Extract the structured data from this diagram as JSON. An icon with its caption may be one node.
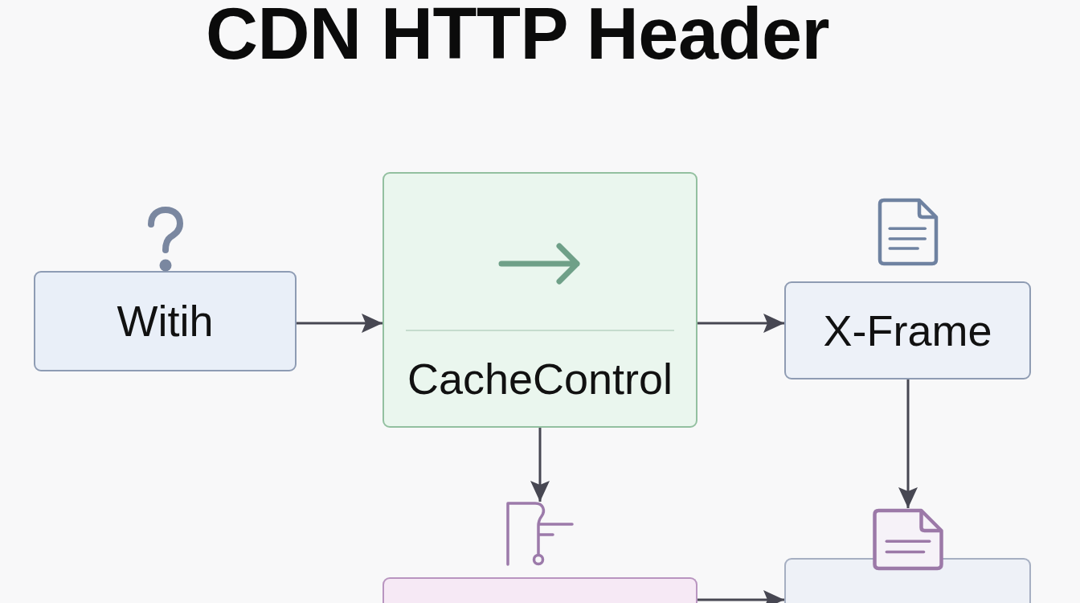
{
  "diagram": {
    "title": "CDN HTTP Header",
    "nodes": [
      {
        "text": [
          "Witih"
        ]
      },
      {
        "text": [
          "CacheControl"
        ]
      },
      {
        "text": [
          "X-Frame"
        ]
      },
      {
        "text": [],
        "shape": "box"
      },
      {
        "text": [],
        "shape": "box"
      }
    ],
    "edges": [
      {
        "from": 0,
        "to": 1,
        "arrow": "to"
      },
      {
        "from": 1,
        "to": 2,
        "arrow": "to"
      },
      {
        "from": 1,
        "to": 3,
        "arrow": "to"
      },
      {
        "from": 2,
        "to": 4,
        "arrow": "to"
      },
      {
        "from": 3,
        "to": 4,
        "arrow": "to"
      }
    ]
  }
}
